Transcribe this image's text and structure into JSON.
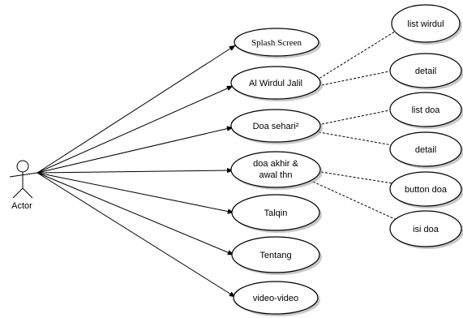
{
  "diagram": {
    "actor": {
      "label": "Actor"
    },
    "use_cases": [
      {
        "id": "splash",
        "label": "Splash Screen"
      },
      {
        "id": "wirdul",
        "label": "Al Wirdul Jalil"
      },
      {
        "id": "doa_sehari",
        "label": "Doa sehari²"
      },
      {
        "id": "doa_akhir",
        "label_lines": [
          "doa akhir &",
          "awal thn"
        ]
      },
      {
        "id": "talqin",
        "label": "Talqin"
      },
      {
        "id": "tentang",
        "label": "Tentang"
      },
      {
        "id": "video",
        "label": "video-video"
      }
    ],
    "sub_use_cases": [
      {
        "id": "list_wirdul",
        "label": "list wirdul"
      },
      {
        "id": "detail1",
        "label": "detail"
      },
      {
        "id": "list_doa",
        "label": "list doa"
      },
      {
        "id": "detail2",
        "label": "detail"
      },
      {
        "id": "button_doa",
        "label": "button doa"
      },
      {
        "id": "isi_doa",
        "label": "isi doa"
      }
    ]
  }
}
